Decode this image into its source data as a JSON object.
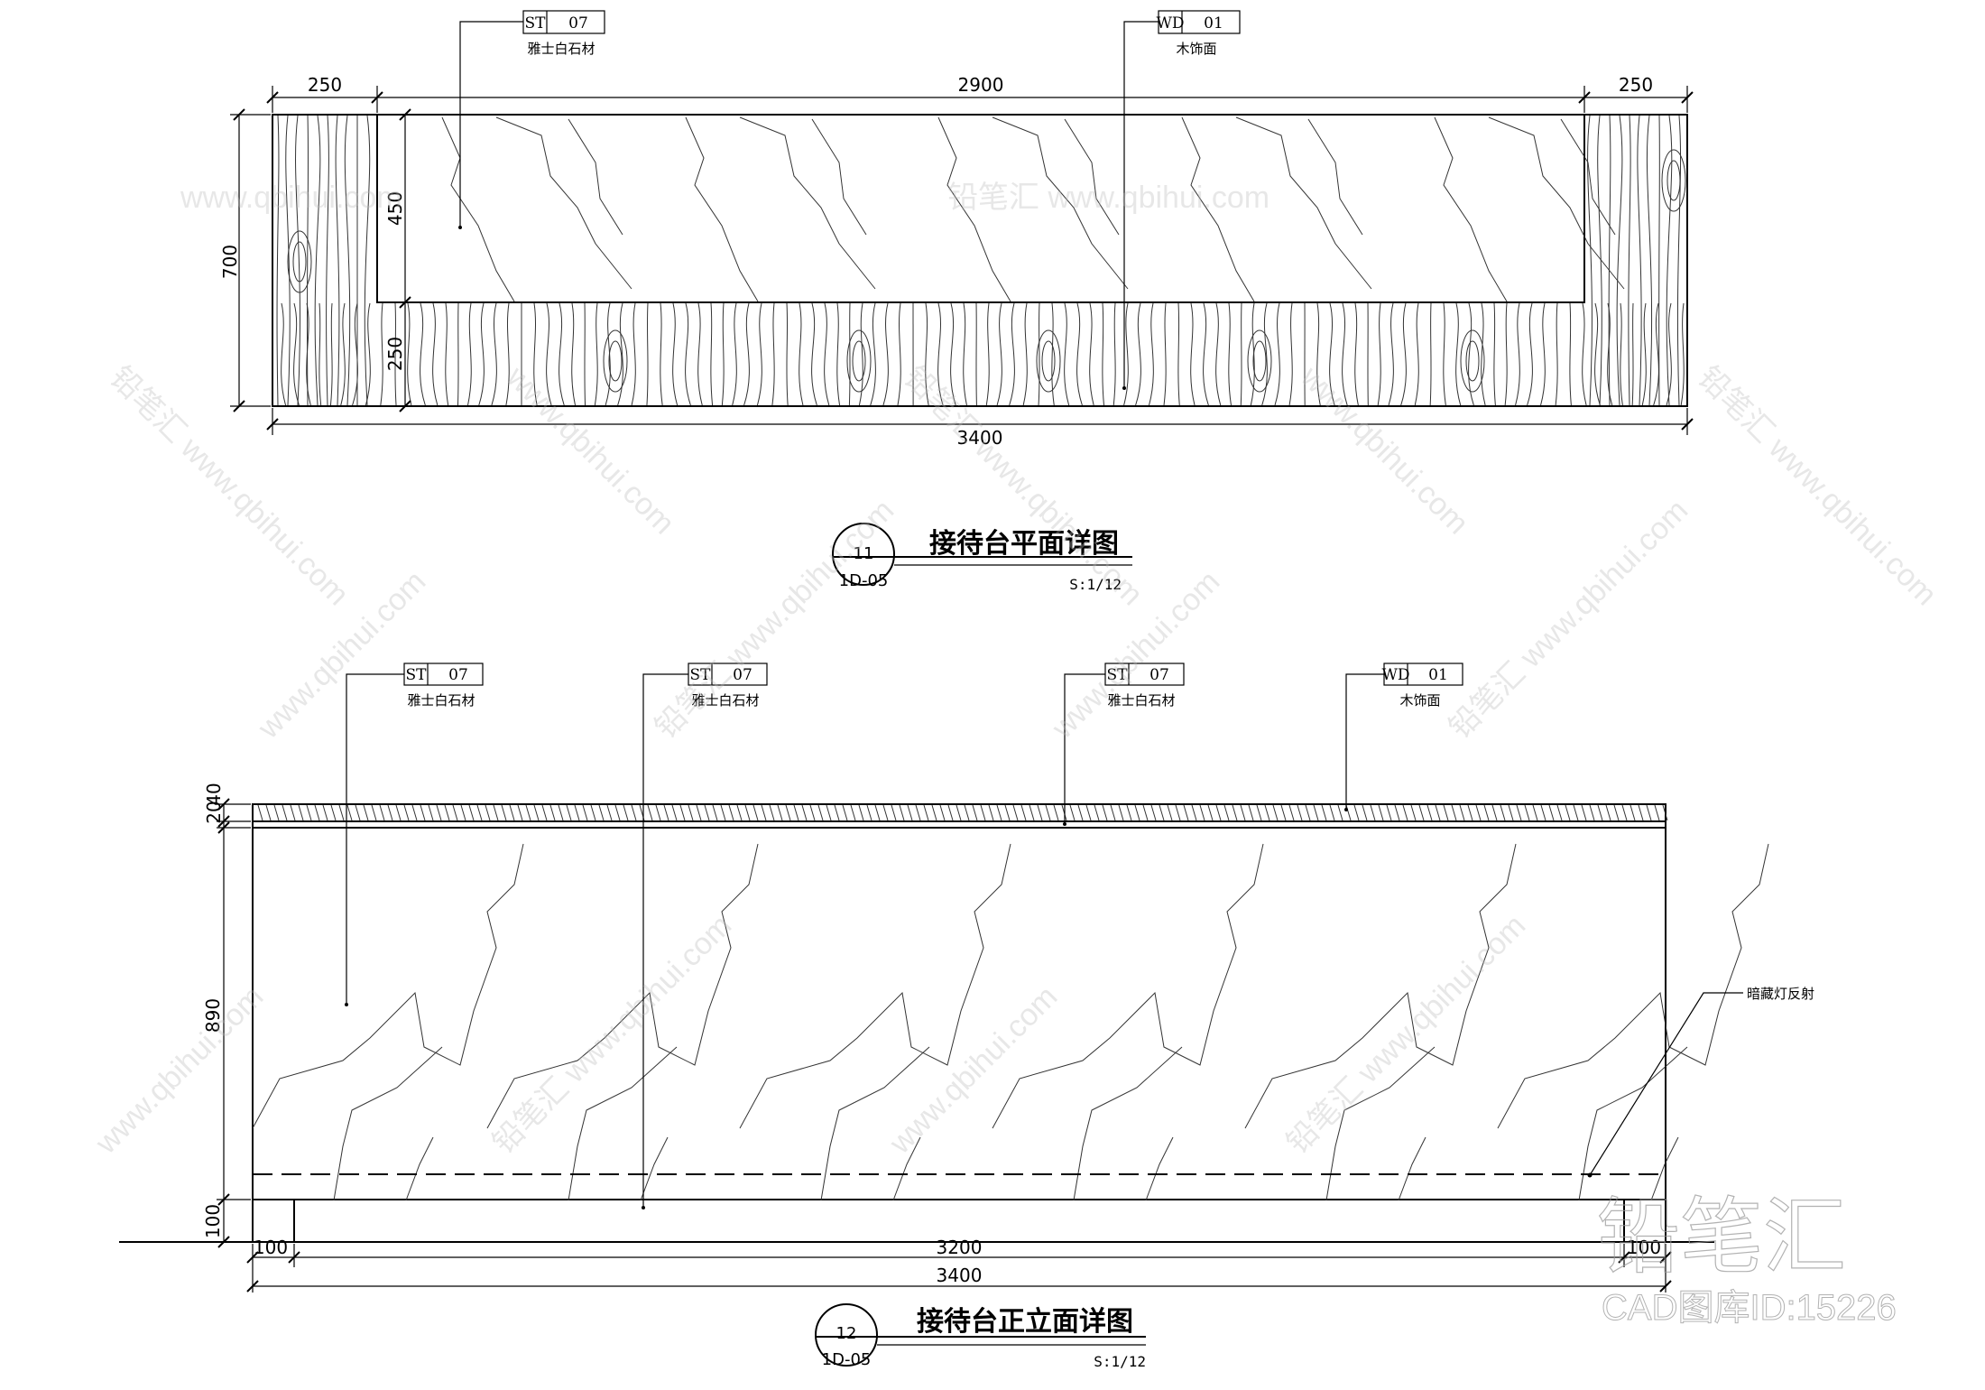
{
  "plan": {
    "tag_st": {
      "code": "ST",
      "num": "07",
      "material": "雅士白石材"
    },
    "tag_wd": {
      "code": "WD",
      "num": "01",
      "material": "木饰面"
    },
    "dims": {
      "left": "250",
      "mid": "2900",
      "right": "250",
      "total": "3400",
      "height": "700",
      "inner_top": "450",
      "inner_bottom": "250"
    },
    "title": "接待台平面详图",
    "ref_num": "11",
    "ref_sheet": "1D-05",
    "scale": "S:1/12"
  },
  "elevation": {
    "tags": [
      {
        "code": "ST",
        "num": "07",
        "material": "雅士白石材"
      },
      {
        "code": "ST",
        "num": "07",
        "material": "雅士白石材"
      },
      {
        "code": "ST",
        "num": "07",
        "material": "雅士白石材"
      },
      {
        "code": "WD",
        "num": "01",
        "material": "木饰面"
      }
    ],
    "dims": {
      "top_a": "20",
      "top_b": "40",
      "height": "890",
      "base": "100",
      "left": "100",
      "mid": "3200",
      "right": "100",
      "total": "3400"
    },
    "note": "暗藏灯反射",
    "title": "接待台正立面详图",
    "ref_num": "12",
    "ref_sheet": "1D-05",
    "scale": "S:1/12"
  },
  "watermark": {
    "url": "www.qbihui.com",
    "brand": "铅笔汇",
    "corner_brand": "铅笔汇",
    "corner_id": "CAD图库ID:15226"
  }
}
